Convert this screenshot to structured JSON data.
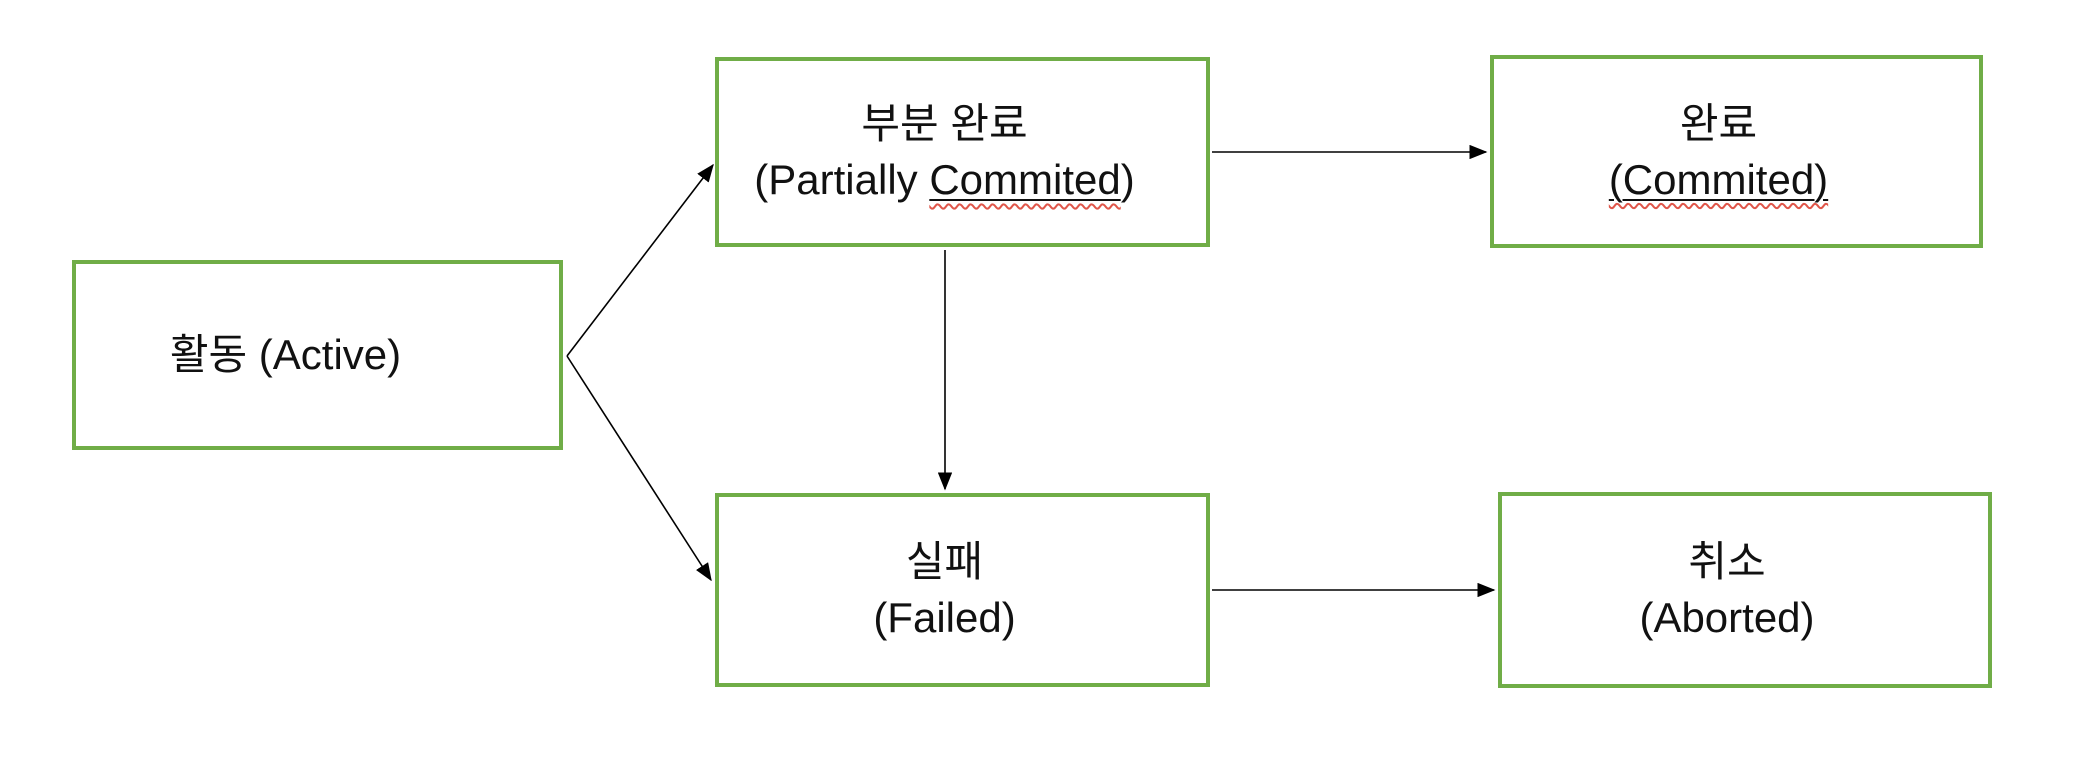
{
  "page": {
    "background_color": "#ffffff"
  },
  "diagram": {
    "type": "state-transition-diagram",
    "box_border_color": "#70ad47",
    "arrow_color": "#000000",
    "text_color": "#111111",
    "misspelling_underline_color": "#e0564a",
    "nodes": {
      "active": {
        "label": "활동 (Active)"
      },
      "partially_committed": {
        "label_ko": "부분 완료",
        "label_en_prefix": "(Partially ",
        "label_en_misspelled": "Commited",
        "label_en_suffix": ")"
      },
      "committed": {
        "label_ko": "완료",
        "label_en_misspelled": "(Commited)"
      },
      "failed": {
        "label_ko": "실패",
        "label_en": "(Failed)"
      },
      "aborted": {
        "label_ko": "취소",
        "label_en": "(Aborted)"
      }
    },
    "edges": [
      {
        "from": "active",
        "to": "partially_committed"
      },
      {
        "from": "active",
        "to": "failed"
      },
      {
        "from": "partially_committed",
        "to": "committed"
      },
      {
        "from": "partially_committed",
        "to": "failed"
      },
      {
        "from": "failed",
        "to": "aborted"
      }
    ]
  }
}
